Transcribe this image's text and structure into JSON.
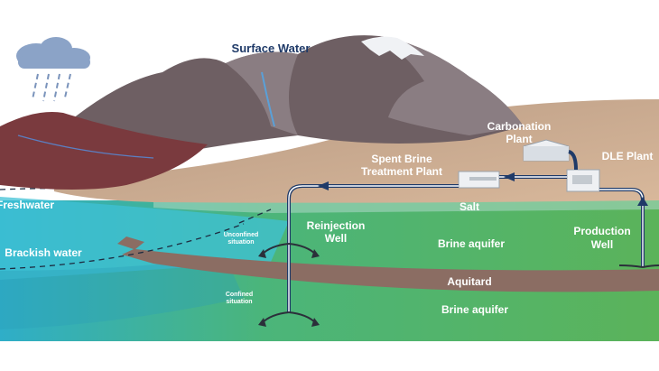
{
  "labels": {
    "surface_water": "Surface Water",
    "carbonation_plant_line1": "Carbonation",
    "carbonation_plant_line2": "Plant",
    "dle_plant": "DLE Plant",
    "spent_brine_line1": "Spent Brine",
    "spent_brine_line2": "Treatment Plant",
    "freshwater": "Freshwater",
    "salt": "Salt",
    "brackish_water": "Brackish water",
    "reinjection_line1": "Reinjection",
    "reinjection_line2": "Well",
    "unconfined_line1": "Unconfined",
    "unconfined_line2": "situation",
    "brine_aquifer_upper": "Brine aquifer",
    "production_line1": "Production",
    "production_line2": "Well",
    "aquitard": "Aquitard",
    "confined_line1": "Confined",
    "confined_line2": "situation",
    "brine_aquifer_lower": "Brine aquifer"
  },
  "colors": {
    "sky": "#ffffff",
    "rain_cloud": "#8ba3c7",
    "rain": "#7a93bb",
    "mountain_dark": "#6e5f63",
    "mountain_mid": "#8a7d82",
    "snow": "#f0f2f5",
    "red_rock": "#7a3a3e",
    "plain": "#c9a98d",
    "water_fresh": "#3fc1d6",
    "water_brackish": "#2a9fb8",
    "brine_aquifer": "#5bb35a",
    "aquitard": "#8b6d63",
    "pipe": "#1f3a68",
    "label_navy": "#1f3a68"
  },
  "icons": [
    "rain-cloud-icon",
    "flow-arrow-icon",
    "building-icon"
  ]
}
